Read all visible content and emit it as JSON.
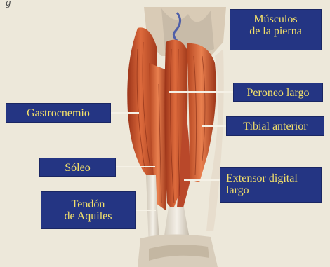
{
  "title": {
    "line1": "Músculos",
    "line2": "de la pierna"
  },
  "partial_caption": "g",
  "labels": {
    "peroneo_largo": "Peroneo largo",
    "gastrocnemio": "Gastrocnemio",
    "tibial_anterior": "Tibial anterior",
    "soleo": "Sóleo",
    "extensor": {
      "line1": "Extensor digital",
      "line2": "largo"
    },
    "tendon": {
      "line1": "Tendón",
      "line2": "de Aquiles"
    }
  },
  "colors": {
    "label_bg": "#243583",
    "label_text": "#f3e06a",
    "muscle": "#c9532b",
    "muscle_dark": "#8f2c14",
    "tendon": "#e6e0d4",
    "background": "#ede8da"
  }
}
